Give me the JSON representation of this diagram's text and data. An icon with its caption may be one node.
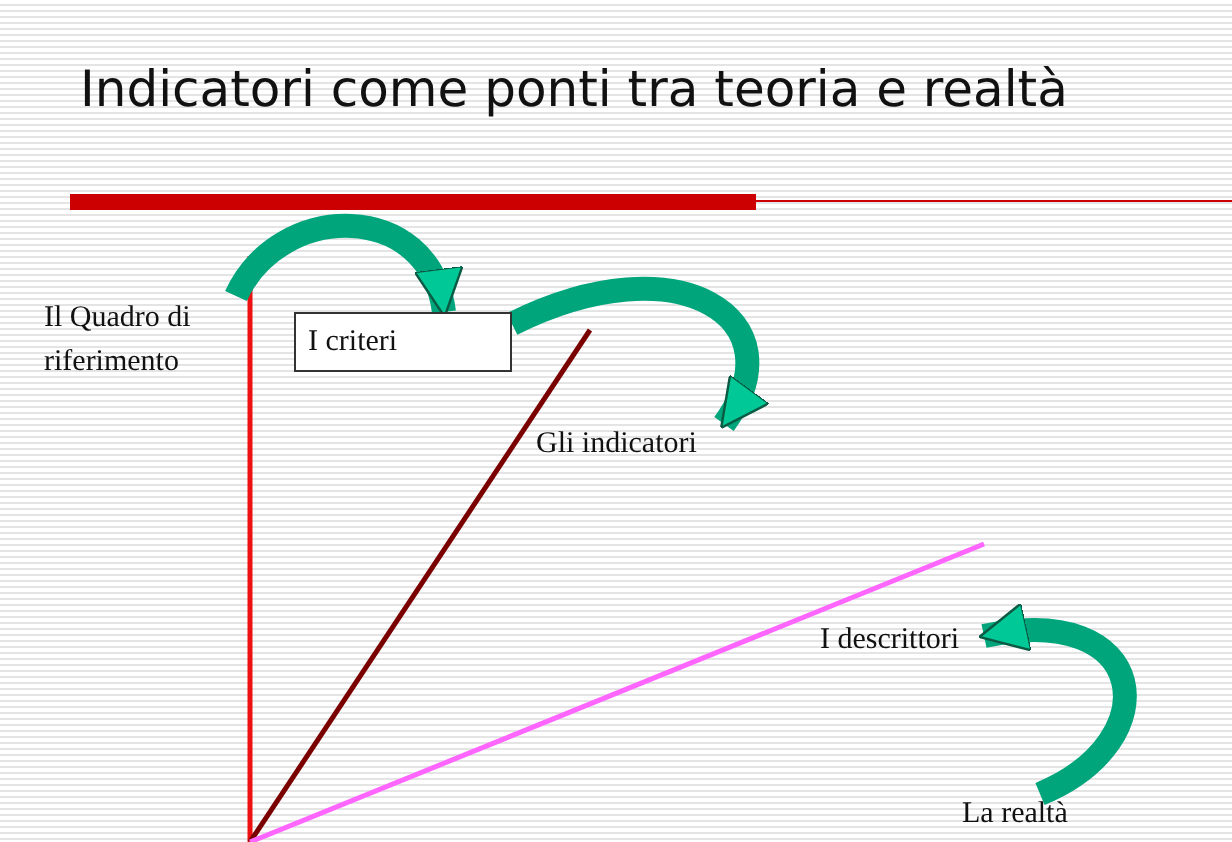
{
  "diagram": {
    "title": "Indicatori come ponti tra teoria e realtà",
    "nodes": [
      {
        "text": [
          "Il Quadro di riferimento"
        ]
      },
      {
        "text": [
          "I criteri"
        ]
      },
      {
        "text": [
          "Gli indicatori"
        ]
      },
      {
        "text": [
          "I descrittori"
        ]
      },
      {
        "text": [
          "La realtà"
        ]
      }
    ],
    "edges": [
      {
        "from": 0,
        "to": 1,
        "arrow": "to"
      },
      {
        "from": 1,
        "to": 2,
        "arrow": "to"
      },
      {
        "from": 4,
        "to": 3,
        "arrow": "to"
      }
    ]
  }
}
